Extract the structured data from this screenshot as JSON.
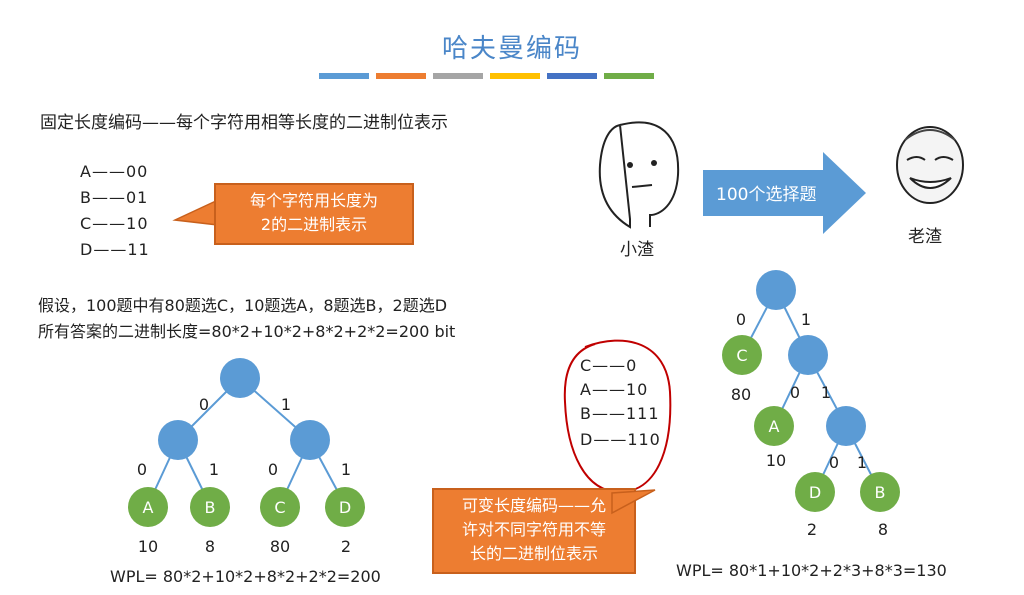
{
  "title": "哈夫曼编码",
  "title_bar_colors": [
    "#5b9bd5",
    "#ed7d31",
    "#a5a5a5",
    "#ffc000",
    "#4472c4",
    "#70ad47"
  ],
  "fixed": {
    "heading": "固定长度编码——每个字符用相等长度的二进制位表示",
    "codes": [
      "A——00",
      "B——01",
      "C——10",
      "D——11"
    ],
    "callout": [
      "每个字符用长度为",
      "2的二进制表示"
    ]
  },
  "assumption": {
    "line1": "假设，100题中有80题选C，10题选A，8题选B，2题选D",
    "line2": "所有答案的二进制长度=80*2+10*2+8*2+2*2=200 bit"
  },
  "variable": {
    "codes": [
      "C——0",
      "A——10",
      "B——111",
      "D——110"
    ],
    "callout": [
      "可变长度编码——允",
      "许对不同字符用不等",
      "长的二进制位表示"
    ]
  },
  "story": {
    "left_name": "小渣",
    "arrow_text": "100个选择题",
    "right_name": "老渣"
  },
  "tree1": {
    "edge_labels": [
      "0",
      "1",
      "0",
      "1",
      "0",
      "1"
    ],
    "leaves": [
      {
        "label": "A",
        "weight": "10"
      },
      {
        "label": "B",
        "weight": "8"
      },
      {
        "label": "C",
        "weight": "80"
      },
      {
        "label": "D",
        "weight": "2"
      }
    ],
    "wpl": "WPL= 80*2+10*2+8*2+2*2=200"
  },
  "tree2": {
    "edge_labels": [
      "0",
      "1",
      "0",
      "1",
      "0",
      "1"
    ],
    "leaves": [
      {
        "label": "C",
        "weight": "80"
      },
      {
        "label": "A",
        "weight": "10"
      },
      {
        "label": "D",
        "weight": "2"
      },
      {
        "label": "B",
        "weight": "8"
      }
    ],
    "wpl": "WPL= 80*1+10*2+2*3+8*3=130"
  },
  "colors": {
    "internal": "#5b9bd5",
    "leaf": "#70ad47",
    "callout": "#ed7d31",
    "red_loop": "#c00000"
  }
}
